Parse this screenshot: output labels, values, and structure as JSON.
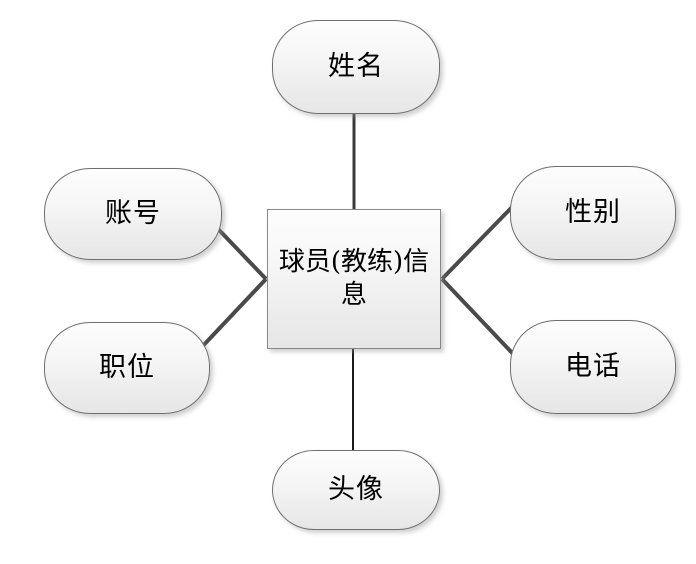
{
  "diagram": {
    "type": "entity-attribute-diagram",
    "background_color": "#ffffff",
    "entity": {
      "id": "entity",
      "label": "球员(教练)信息",
      "shape": "rectangle"
    },
    "attributes": [
      {
        "id": "name",
        "label": "姓名",
        "shape": "rounded-rectangle",
        "position": "top"
      },
      {
        "id": "account",
        "label": "账号",
        "shape": "rounded-rectangle",
        "position": "upper-left"
      },
      {
        "id": "position",
        "label": "职位",
        "shape": "rounded-rectangle",
        "position": "lower-left"
      },
      {
        "id": "gender",
        "label": "性别",
        "shape": "rounded-rectangle",
        "position": "upper-right"
      },
      {
        "id": "phone",
        "label": "电话",
        "shape": "rounded-rectangle",
        "position": "lower-right"
      },
      {
        "id": "avatar",
        "label": "头像",
        "shape": "rounded-rectangle",
        "position": "bottom"
      }
    ],
    "connectors": [
      {
        "from": "entity",
        "to": "name",
        "style": "straight",
        "color": "#3a3a3a",
        "width": 3
      },
      {
        "from": "entity",
        "to": "account",
        "style": "straight",
        "color": "#4a4a4a",
        "width": 4
      },
      {
        "from": "entity",
        "to": "position",
        "style": "straight",
        "color": "#4a4a4a",
        "width": 4
      },
      {
        "from": "entity",
        "to": "gender",
        "style": "straight",
        "color": "#4a4a4a",
        "width": 4
      },
      {
        "from": "entity",
        "to": "phone",
        "style": "straight",
        "color": "#4a4a4a",
        "width": 4
      },
      {
        "from": "entity",
        "to": "avatar",
        "style": "straight",
        "color": "#1a1a1a",
        "width": 2
      }
    ],
    "colors": {
      "node_fill_top": "#fdfdfd",
      "node_fill_bottom": "#e6e6e6",
      "node_border": "#6f6f6f",
      "entity_border": "#888888",
      "text": "#000000",
      "edge": "#4a4a4a",
      "shadow": "rgba(150,150,150,0.45)"
    }
  }
}
